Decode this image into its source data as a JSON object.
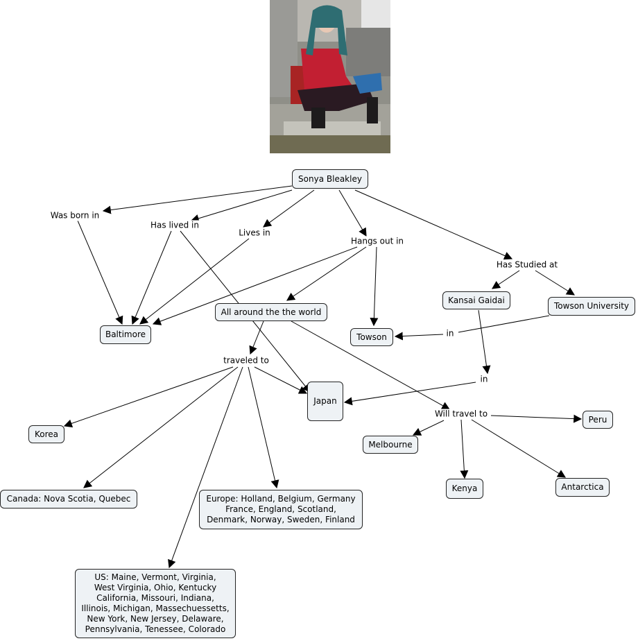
{
  "photo": {
    "icon": "person-photo"
  },
  "concepts": {
    "sonya": "Sonya Bleakley",
    "baltimore": "Baltimore",
    "world": "All around the the world",
    "towson": "Towson",
    "kansai": "Kansai Gaidai",
    "towson_univ": "Towson University",
    "japan": "Japan",
    "korea": "Korea",
    "canada": "Canada: Nova Scotia, Quebec",
    "europe": "Europe: Holland, Belgium, Germany\nFrance, England, Scotland,\nDenmark, Norway, Sweden, Finland",
    "us": "US: Maine, Vermont, Virginia,\nWest Virginia, Ohio, Kentucky\nCalifornia, Missouri, Indiana,\nIllinois, Michigan, Massechuessetts,\nNew York, New Jersey, Delaware,\nPennsylvania, Tenessee, Colorado",
    "melbourne": "Melbourne",
    "peru": "Peru",
    "kenya": "Kenya",
    "antarctica": "Antarctica"
  },
  "links": {
    "born": "Was born in",
    "lived": "Has lived in",
    "lives": "Lives in",
    "hangs": "Hangs out in",
    "studied": "Has Studied at",
    "in_towson": "in",
    "in_kansai": "in",
    "traveled": "traveled to",
    "will": "Will travel to"
  }
}
